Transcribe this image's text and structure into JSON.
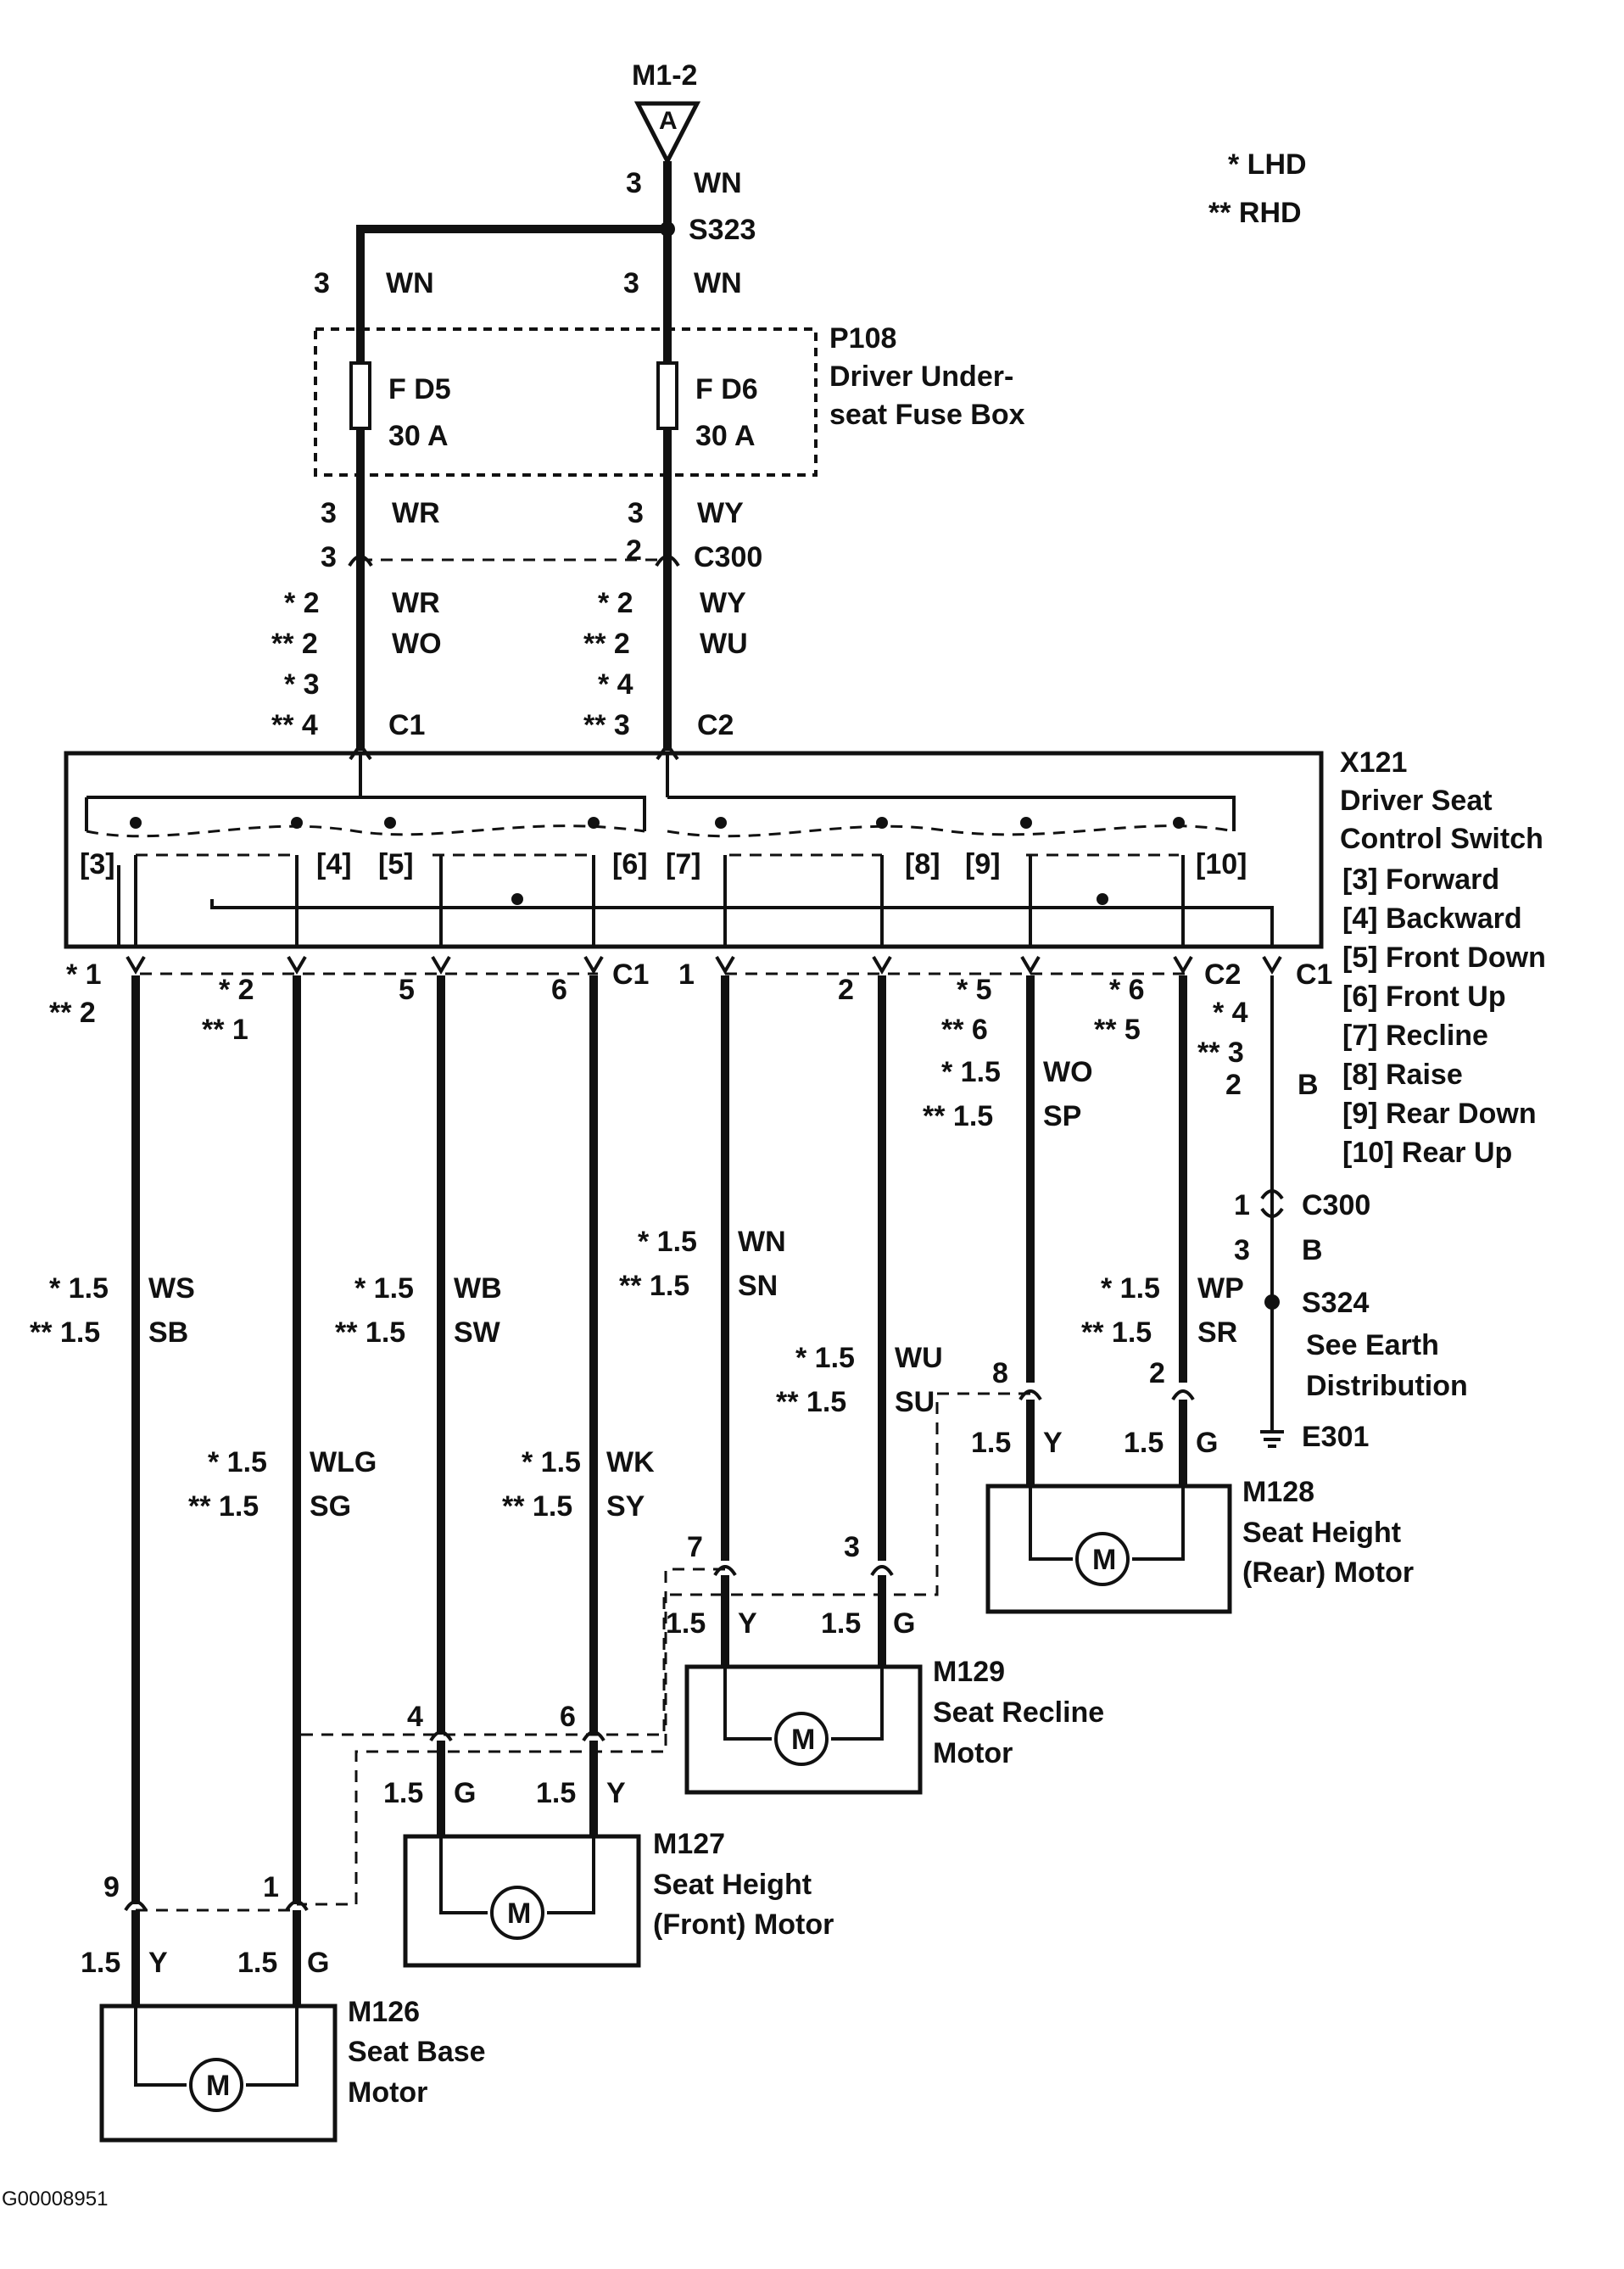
{
  "legend": {
    "lhd": "* LHD",
    "rhd": "** RHD"
  },
  "top_connector": {
    "id": "M1-2",
    "letter": "A",
    "pin": "3",
    "wire": "WN"
  },
  "splice_s323": "S323",
  "feed_left": {
    "pin": "3",
    "wire": "WN"
  },
  "feed_right": {
    "pin": "3",
    "wire": "WN"
  },
  "fusebox": {
    "id": "P108",
    "name_line1": "Driver Under-",
    "name_line2": "seat Fuse Box",
    "fuse_left": {
      "name": "F D5",
      "rating": "30 A"
    },
    "fuse_right": {
      "name": "F D6",
      "rating": "30 A"
    }
  },
  "below_fuse_left": {
    "pin": "3",
    "wire": "WR"
  },
  "below_fuse_right": {
    "pin": "3",
    "wire": "WY"
  },
  "c300_top": {
    "pin_left": "3",
    "pin_right": "2",
    "name": "C300"
  },
  "switch_feed_left": {
    "lhd_pin": "* 2",
    "lhd_wire": "WR",
    "rhd_pin": "** 2",
    "rhd_wire": "WO",
    "lhd_c": "* 3",
    "rhd_c": "** 4",
    "conn": "C1"
  },
  "switch_feed_right": {
    "lhd_pin": "* 2",
    "lhd_wire": "WY",
    "rhd_pin": "** 2",
    "rhd_wire": "WU",
    "lhd_c": "* 4",
    "rhd_c": "** 3",
    "conn": "C2"
  },
  "switch": {
    "id": "X121",
    "line1": "Driver Seat",
    "line2": "Control Switch",
    "positions": [
      "[3]",
      "[4]",
      "[5]",
      "[6]",
      "[7]",
      "[8]",
      "[9]",
      "[10]"
    ],
    "functions": [
      "[3] Forward",
      "[4] Backward",
      "[5] Front Down",
      "[6] Front Up",
      "[7] Recline",
      "[8] Raise",
      "[9] Rear Down",
      "[10] Rear Up"
    ]
  },
  "outputs": [
    {
      "pin_a": "* 1",
      "pin_b": "** 2",
      "lhd": "* 1.5",
      "lhd_w": "WS",
      "rhd": "** 1.5",
      "rhd_w": "SB"
    },
    {
      "pin_a": "* 2",
      "pin_b": "** 1",
      "lhd": "* 1.5",
      "lhd_w": "WLG",
      "rhd": "** 1.5",
      "rhd_w": "SG"
    },
    {
      "pin_a": "5",
      "lhd": "* 1.5",
      "lhd_w": "WB",
      "rhd": "** 1.5",
      "rhd_w": "SW"
    },
    {
      "pin_a": "6",
      "conn": "C1",
      "lhd": "* 1.5",
      "lhd_w": "WK",
      "rhd": "** 1.5",
      "rhd_w": "SY"
    },
    {
      "pin_a": "1",
      "lhd": "* 1.5",
      "lhd_w": "WN",
      "rhd": "** 1.5",
      "rhd_w": "SN"
    },
    {
      "pin_a": "2",
      "lhd": "* 1.5",
      "lhd_w": "WU",
      "rhd": "** 1.5",
      "rhd_w": "SU"
    },
    {
      "pin_a": "* 5",
      "pin_b": "** 6",
      "lhd": "* 1.5",
      "lhd_w": "WO",
      "rhd": "** 1.5",
      "rhd_w": "SP"
    },
    {
      "pin_a": "* 6",
      "pin_b": "** 5",
      "conn": "C2",
      "lhd": "* 1.5",
      "lhd_w": "WP",
      "rhd": "** 1.5",
      "rhd_w": "SR"
    }
  ],
  "ground": {
    "pin_a": "* 4",
    "pin_b": "** 3",
    "conn": "C1",
    "pin": "2",
    "wire": "B",
    "c300_pin": "1",
    "c300": "C300",
    "pin2": "3",
    "wire2": "B",
    "splice": "S324",
    "note1": "See Earth",
    "note2": "Distribution",
    "earth": "E301"
  },
  "motors": {
    "m126": {
      "id": "M126",
      "line1": "Seat Base",
      "line2": "Motor",
      "pin_l": "9",
      "pin_r": "1",
      "size_l": "1.5",
      "col_l": "Y",
      "size_r": "1.5",
      "col_r": "G"
    },
    "m127": {
      "id": "M127",
      "line1": "Seat Height",
      "line2": "(Front) Motor",
      "pin_l": "4",
      "pin_r": "6",
      "size_l": "1.5",
      "col_l": "G",
      "size_r": "1.5",
      "col_r": "Y"
    },
    "m129": {
      "id": "M129",
      "line1": "Seat Recline",
      "line2": "Motor",
      "pin_l": "7",
      "pin_r": "3",
      "size_l": "1.5",
      "col_l": "Y",
      "size_r": "1.5",
      "col_r": "G"
    },
    "m128": {
      "id": "M128",
      "line1": "Seat Height",
      "line2": "(Rear) Motor",
      "pin_l": "8",
      "pin_r": "2",
      "size_l": "1.5",
      "col_l": "Y",
      "size_r": "1.5",
      "col_r": "G"
    },
    "symbol": "M"
  },
  "figure_id": "G00008951"
}
